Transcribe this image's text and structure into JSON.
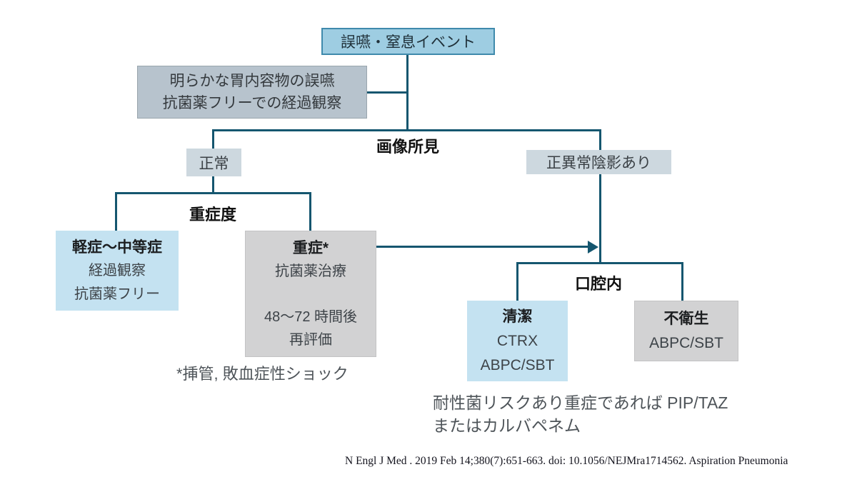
{
  "diagram": {
    "kind": "flowchart",
    "topic": "aspiration-pneumonia-management",
    "colors": {
      "connector": "#15566f",
      "event_fill": "#9ecde2",
      "event_border": "#3f8aac",
      "gastric_fill": "#b7c3cd",
      "soft_fill": "#cdd8df",
      "blue_fill": "#c4e2f1",
      "gray_fill": "#d2d2d3",
      "label_text": "#111111",
      "body_text": "#3d4348",
      "note_text": "#4e5459"
    },
    "nodes": {
      "event": {
        "label": "誤嚥・窒息イベント"
      },
      "gastric": {
        "line1": "明らかな胃内容物の誤嚥",
        "line2": "抗菌薬フリーでの経過観察"
      },
      "imaging_label": "画像所見",
      "normal": {
        "label": "正常"
      },
      "abnormal": {
        "label": "正異常陰影あり"
      },
      "severity_label": "重症度",
      "mild": {
        "title": "軽症〜中等症",
        "line1": "経過観察",
        "line2": "抗菌薬フリー"
      },
      "severe": {
        "title": "重症*",
        "line1": "抗菌薬治療",
        "line2": "48〜72 時間後",
        "line3": "再評価"
      },
      "oral_label": "口腔内",
      "clean": {
        "title": "清潔",
        "line1": "CTRX",
        "line2": "ABPC/SBT"
      },
      "unhygienic": {
        "title": "不衛生",
        "line1": "ABPC/SBT"
      }
    },
    "notes": {
      "footnote": "*挿管, 敗血症性ショック",
      "resistant_line1": "耐性菌リスクあり重症であれば PIP/TAZ",
      "resistant_line2": "またはカルバペネム"
    },
    "citation": "N Engl J Med . 2019 Feb 14;380(7):651-663. doi: 10.1056/NEJMra1714562. Aspiration Pneumonia"
  }
}
